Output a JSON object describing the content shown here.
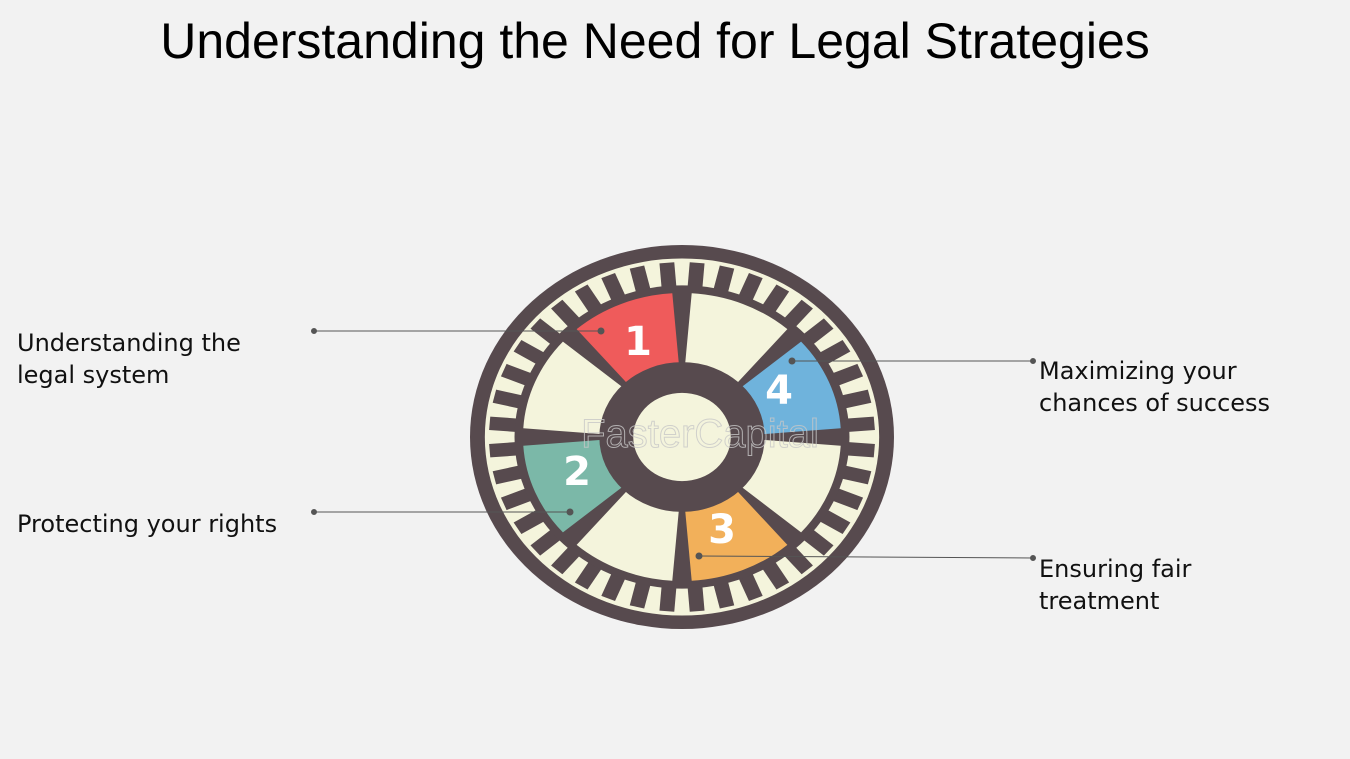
{
  "title": "Understanding the Need for Legal Strategies",
  "items": [
    {
      "number": "1",
      "label": "Understanding the legal system",
      "color": "#ef5b5b"
    },
    {
      "number": "2",
      "label": "Protecting your rights",
      "color": "#7bb8a8"
    },
    {
      "number": "3",
      "label": "Ensuring fair treatment",
      "color": "#f2b05a"
    },
    {
      "number": "4",
      "label": "Maximizing your chances of success",
      "color": "#6fb3dc"
    }
  ],
  "watermark": "FasterCapital",
  "colors": {
    "dark": "#574a4e",
    "cream": "#f4f4dc",
    "background": "#f2f2f2"
  }
}
